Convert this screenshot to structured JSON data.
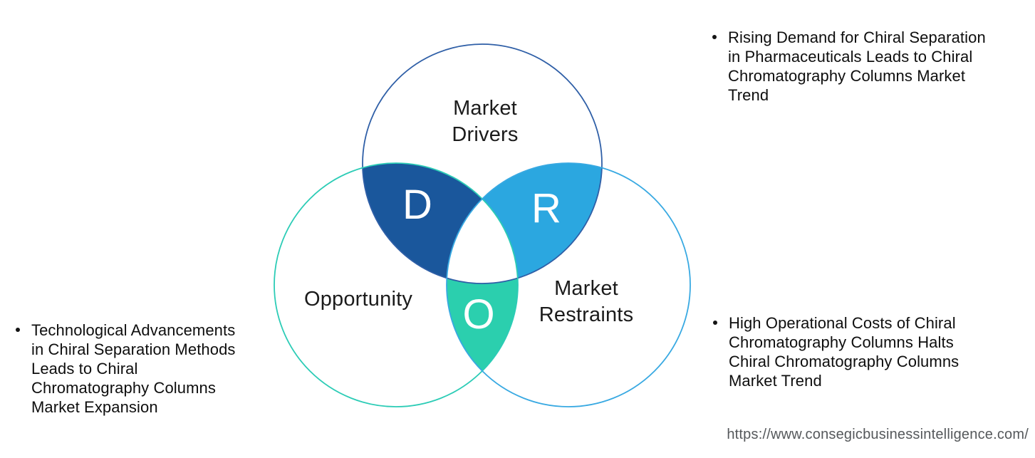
{
  "diagram": {
    "drivers_label": "Market\nDrivers",
    "opportunity_label": "Opportunity",
    "restraints_label": "Market\nRestraints",
    "letters": {
      "d": "D",
      "r": "R",
      "o": "O"
    },
    "colors": {
      "d_fill": "#1a579c",
      "r_fill": "#2ba7e0",
      "o_fill": "#2bcfae",
      "center_fill": "#ffffff",
      "drivers_stroke": "#2f5fa7",
      "opportunity_stroke": "#2cccb6",
      "restraints_stroke": "#38a9e2"
    }
  },
  "annotations": {
    "drivers_note": "Rising Demand for Chiral Separation\nin Pharmaceuticals Leads to Chiral\nChromatography Columns Market\nTrend",
    "opportunity_note": "Technological Advancements\nin Chiral Separation Methods\nLeads to Chiral\nChromatography Columns\nMarket Expansion",
    "restraints_note": "High Operational Costs of Chiral\nChromatography Columns Halts\nChiral Chromatography Columns\nMarket Trend"
  },
  "footer": {
    "url": "https://www.consegicbusinessintelligence.com/"
  }
}
